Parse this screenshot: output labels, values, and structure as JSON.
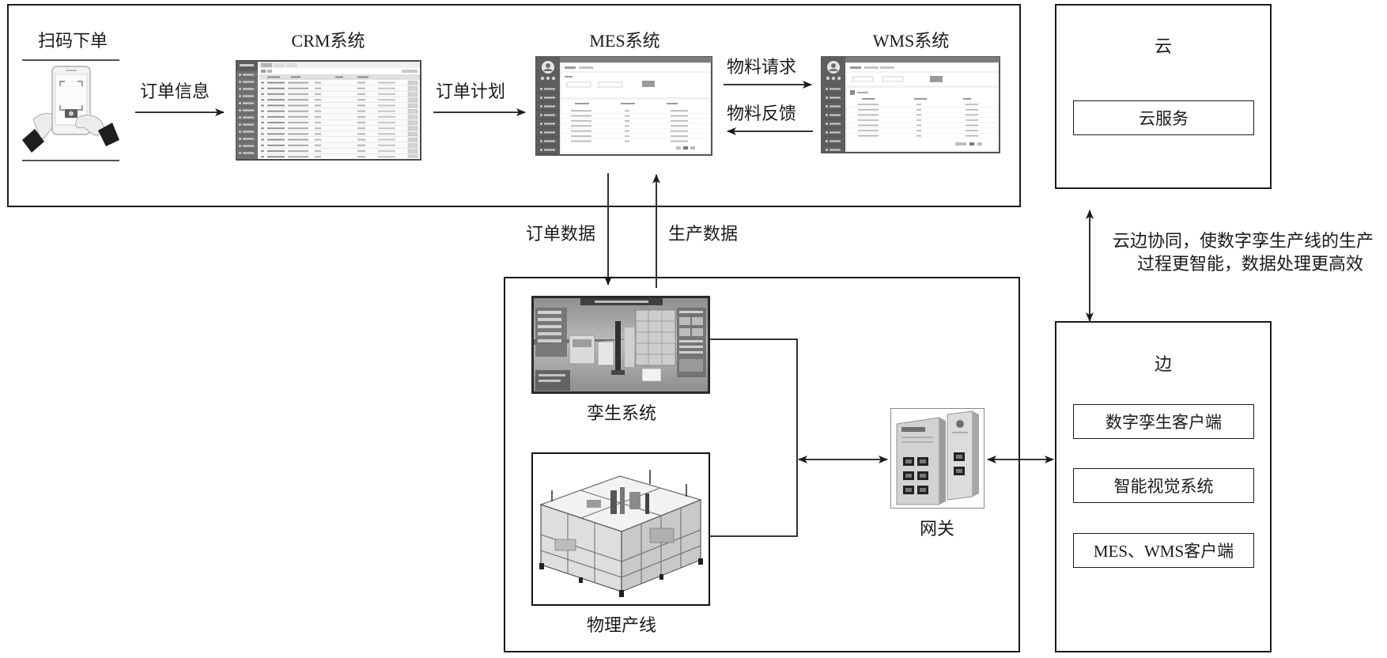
{
  "order_entry": {
    "title": "扫码下单"
  },
  "labels": {
    "order_info": "订单信息",
    "order_plan": "订单计划",
    "material_request": "物料请求",
    "material_feedback": "物料反馈",
    "order_data": "订单数据",
    "production_data": "生产数据"
  },
  "systems": {
    "crm": "CRM系统",
    "mes": "MES系统",
    "wms": "WMS系统"
  },
  "cloud": {
    "title": "云",
    "service": "云服务"
  },
  "collaboration": {
    "line1": "云边协同，使数字孪生产线的生产",
    "line2": "过程更智能，数据处理更高效"
  },
  "factory": {
    "twin": "孪生系统",
    "physical": "物理产线",
    "gateway": "网关"
  },
  "edge": {
    "title": "边",
    "items": [
      "数字孪生客户端",
      "智能视觉系统",
      "MES、WMS客户端"
    ]
  },
  "colors": {
    "line": "#1a1a1a",
    "background": "#ffffff"
  }
}
